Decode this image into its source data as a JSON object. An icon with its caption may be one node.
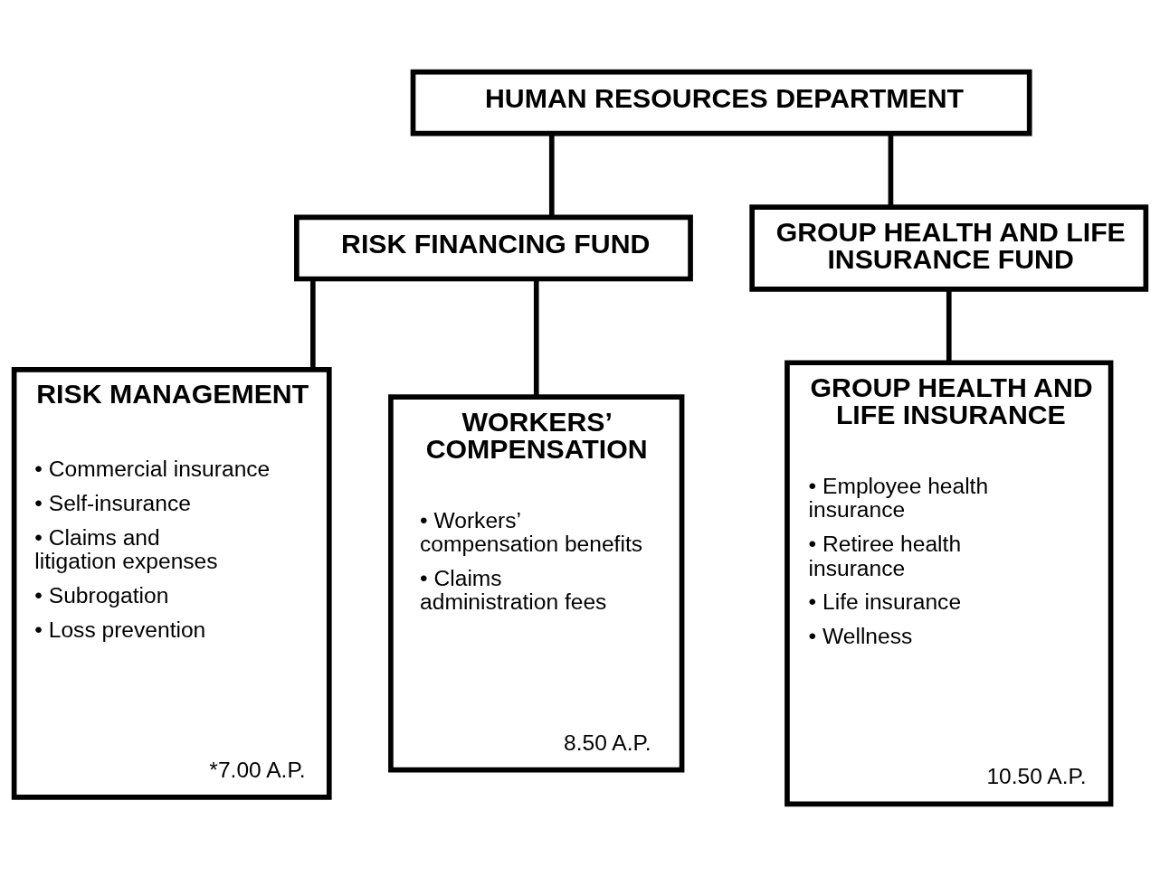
{
  "diagram": {
    "nodes": [
      {
        "text": [
          "HUMAN RESOURCES DEPARTMENT"
        ]
      },
      {
        "text": [
          "RISK FINANCING FUND"
        ]
      },
      {
        "text": [
          "GROUP HEALTH AND LIFE INSURANCE FUND"
        ]
      },
      {
        "text": [
          "RISK MANAGEMENT",
          "• Commercial insurance",
          "• Self-insurance",
          "• Claims and litigation expenses",
          "• Subrogation",
          "• Loss prevention",
          "*7.00 A.P."
        ]
      },
      {
        "text": [
          "WORKERS’ COMPENSATION",
          "• Workers’ compensation benefits",
          "• Claims administration fees",
          "8.50 A.P."
        ]
      },
      {
        "text": [
          "GROUP HEALTH AND LIFE INSURANCE",
          "• Employee health insurance",
          "• Retiree health insurance",
          "• Life insurance",
          "• Wellness",
          "10.50 A.P."
        ]
      }
    ],
    "edges": [
      {
        "from": 0,
        "to": 1,
        "arrow": "none"
      },
      {
        "from": 0,
        "to": 2,
        "arrow": "none"
      },
      {
        "from": 1,
        "to": 3,
        "arrow": "none"
      },
      {
        "from": 1,
        "to": 4,
        "arrow": "none"
      },
      {
        "from": 2,
        "to": 5,
        "arrow": "none"
      }
    ]
  }
}
